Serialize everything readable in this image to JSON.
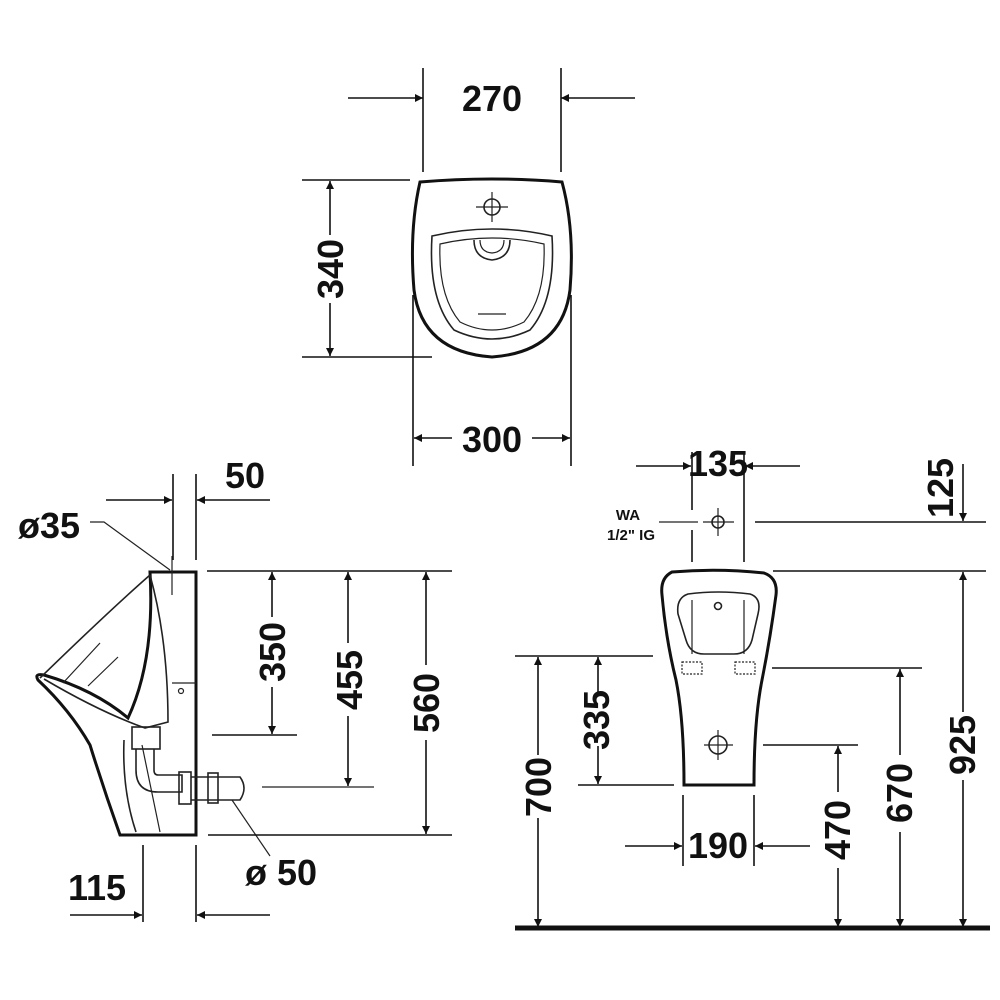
{
  "top_view": {
    "width_label": "270",
    "depth_label": "340",
    "overall_width_label": "300"
  },
  "side_view": {
    "wall_offset_label": "50",
    "inlet_diameter_label": "ø35",
    "height_350_label": "350",
    "height_455_label": "455",
    "height_560_label": "560",
    "depth_115_label": "115",
    "outlet_diameter_label": "ø 50"
  },
  "front_view": {
    "inlet_spacing_label": "135",
    "inlet_offset_label": "125",
    "water_supply_label": "WA",
    "water_supply_thread_label": "1/2\" IG",
    "height_925_label": "925",
    "height_700_label": "700",
    "height_335_label": "335",
    "height_670_label": "670",
    "height_470_label": "470",
    "bottom_width_label": "190"
  }
}
